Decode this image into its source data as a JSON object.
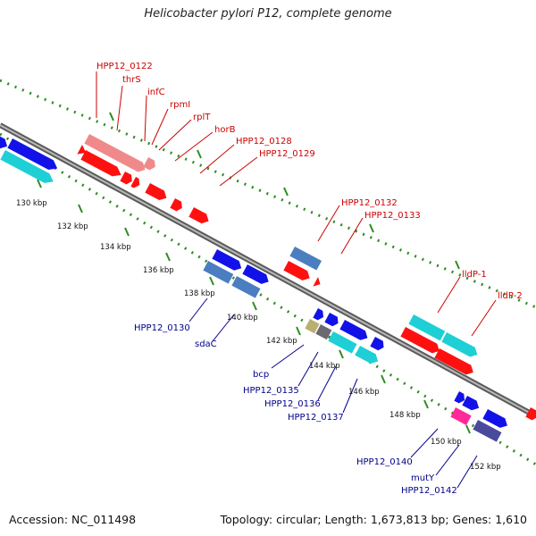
{
  "title": "Helicobacter pylori P12, complete genome",
  "footer": {
    "accession": "Accession: NC_011498",
    "summary": "Topology: circular; Length: 1,673,813 bp; Genes: 1,610"
  },
  "colors": {
    "backbone": "#8a8a8a",
    "tick": "#2e8b22",
    "label_red": "#cc0000",
    "label_blue": "#00008b",
    "kbp_text": "#111111"
  },
  "kbp_labels": [
    {
      "text": "130 kbp"
    },
    {
      "text": "132 kbp"
    },
    {
      "text": "134 kbp"
    },
    {
      "text": "136 kbp"
    },
    {
      "text": "138 kbp"
    },
    {
      "text": "140 kbp"
    },
    {
      "text": "142 kbp"
    },
    {
      "text": "144 kbp"
    },
    {
      "text": "146 kbp"
    },
    {
      "text": "148 kbp"
    },
    {
      "text": "150 kbp"
    },
    {
      "text": "152 kbp"
    }
  ],
  "labels_red": [
    {
      "text": "HPP12_0122"
    },
    {
      "text": "thrS"
    },
    {
      "text": "infC"
    },
    {
      "text": "rpmI"
    },
    {
      "text": "rplT"
    },
    {
      "text": "horB"
    },
    {
      "text": "HPP12_0128"
    },
    {
      "text": "HPP12_0129"
    },
    {
      "text": "HPP12_0132"
    },
    {
      "text": "HPP12_0133"
    },
    {
      "text": "lldP-1"
    },
    {
      "text": "lldP-2"
    }
  ],
  "labels_blue": [
    {
      "text": "HPP12_0130"
    },
    {
      "text": "sdaC"
    },
    {
      "text": "bcp"
    },
    {
      "text": "HPP12_0135"
    },
    {
      "text": "HPP12_0136"
    },
    {
      "text": "HPP12_0137"
    },
    {
      "text": "HPP12_0140"
    },
    {
      "text": "mutY"
    },
    {
      "text": "HPP12_0142"
    }
  ],
  "gene_colors": {
    "red": "#ff1010",
    "pink": "#f08a8a",
    "blue": "#1212e8",
    "cyan": "#1ecfd6",
    "steel": "#4a7ec0",
    "khaki": "#b8b070",
    "gray": "#6a6a70",
    "magenta": "#ff2a9a",
    "navy": "#4a4a9c"
  }
}
